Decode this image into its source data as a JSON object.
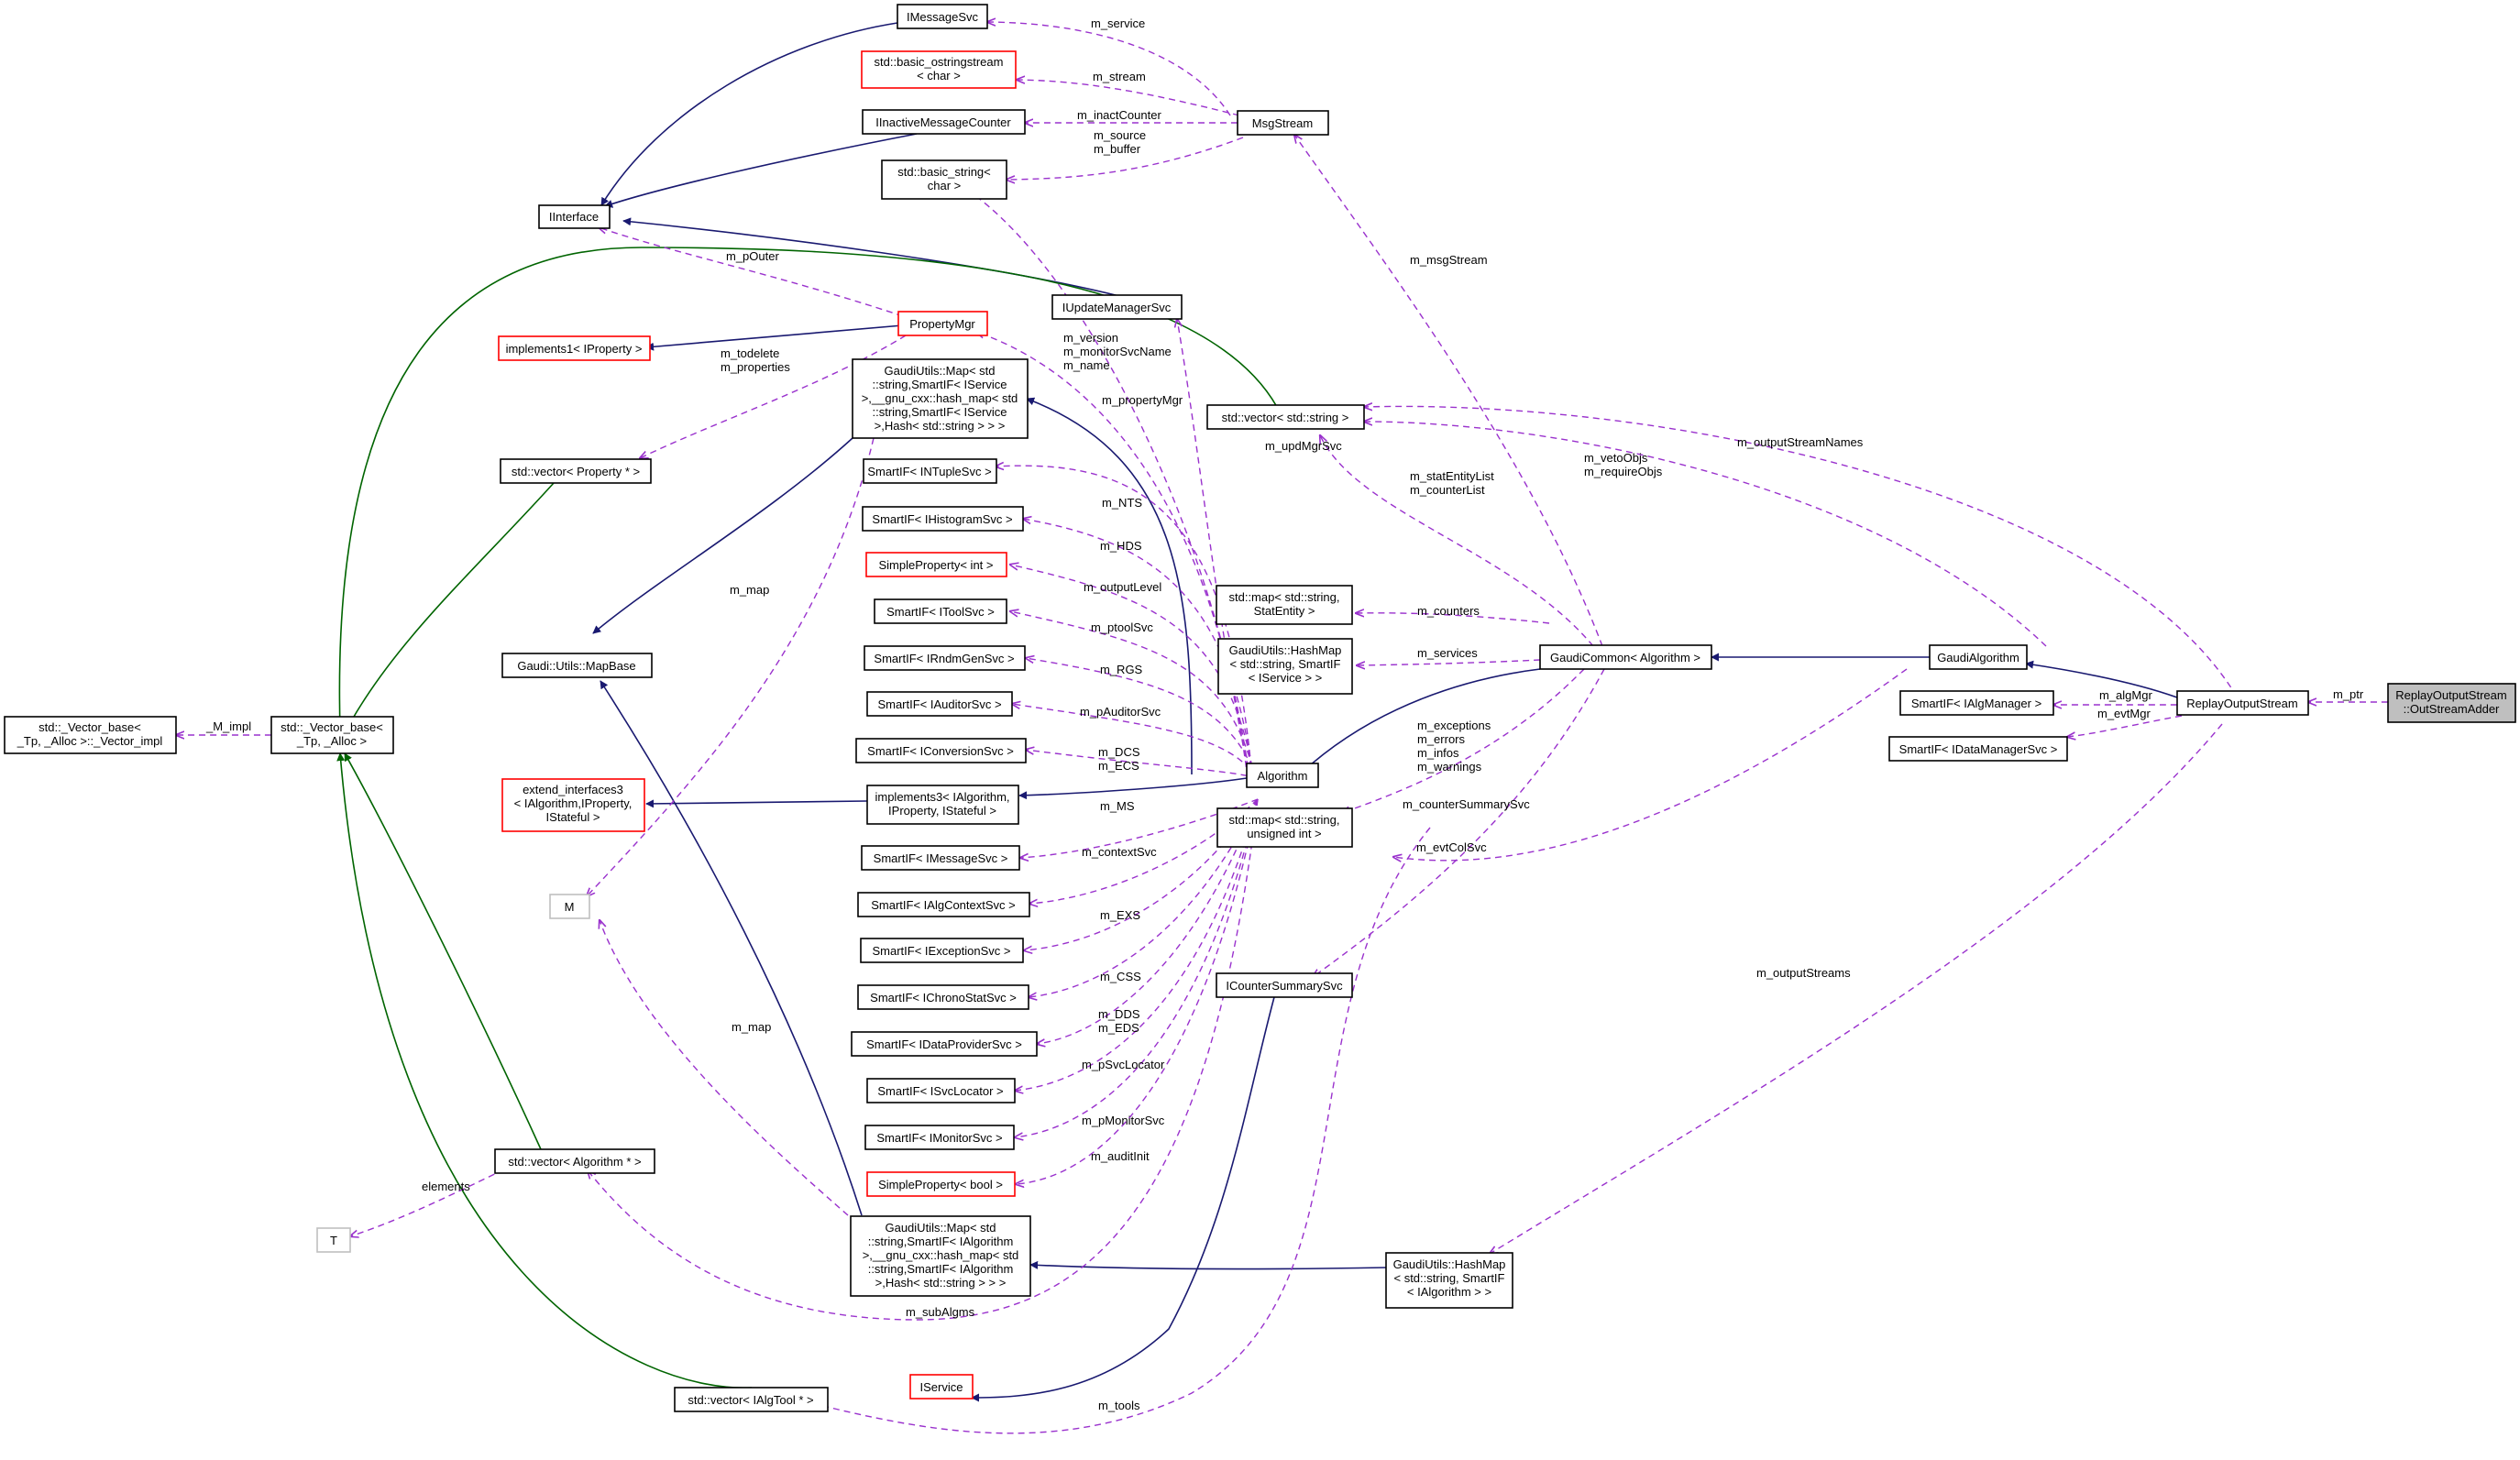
{
  "colors": {
    "inheritance": "#191970",
    "template": "#006400",
    "usage": "#9a32cd",
    "undocumented_border": "#ff0000",
    "external_border": "#bfbfbf",
    "focus_fill": "#bfbfbf"
  },
  "nodes": {
    "IMessageSvc": [
      "IMessageSvc"
    ],
    "basic_ostringstream": [
      "std::basic_ostringstream",
      "< char >"
    ],
    "IInactiveMessageCounter": [
      "IInactiveMessageCounter"
    ],
    "MsgStream": [
      "MsgStream"
    ],
    "basic_string": [
      "std::basic_string<",
      "char >"
    ],
    "IInterface": [
      "IInterface"
    ],
    "IUpdateManagerSvc": [
      "IUpdateManagerSvc"
    ],
    "PropertyMgr": [
      "PropertyMgr"
    ],
    "implements1": [
      "implements1< IProperty >"
    ],
    "MapServices": [
      "GaudiUtils::Map< std",
      "::string,SmartIF< IService",
      ">,__gnu_cxx::hash_map< std",
      "::string,SmartIF< IService",
      ">,Hash< std::string > > >"
    ],
    "vector_string": [
      "std::vector< std::string >"
    ],
    "vector_property": [
      "std::vector< Property * >"
    ],
    "SmartIF_INTupleSvc": [
      "SmartIF< INTupleSvc >"
    ],
    "SmartIF_IHistogramSvc": [
      "SmartIF< IHistogramSvc >"
    ],
    "SimpleProperty_int": [
      "SimpleProperty< int >"
    ],
    "SmartIF_IToolSvc": [
      "SmartIF< IToolSvc >"
    ],
    "SmartIF_IRndmGenSvc": [
      "SmartIF< IRndmGenSvc >"
    ],
    "SmartIF_IAuditorSvc": [
      "SmartIF< IAuditorSvc >"
    ],
    "SmartIF_IConversionSvc": [
      "SmartIF< IConversionSvc >"
    ],
    "implements3": [
      "implements3< IAlgorithm,",
      "IProperty, IStateful >"
    ],
    "SmartIF_IMessageSvc": [
      "SmartIF< IMessageSvc >"
    ],
    "SmartIF_IAlgContextSvc": [
      "SmartIF< IAlgContextSvc >"
    ],
    "SmartIF_IExceptionSvc": [
      "SmartIF< IExceptionSvc >"
    ],
    "SmartIF_IChronoStatSvc": [
      "SmartIF< IChronoStatSvc >"
    ],
    "SmartIF_IDataProviderSvc": [
      "SmartIF< IDataProviderSvc >"
    ],
    "SmartIF_ISvcLocator": [
      "SmartIF< ISvcLocator >"
    ],
    "SmartIF_IMonitorSvc": [
      "SmartIF< IMonitorSvc >"
    ],
    "SimpleProperty_bool": [
      "SimpleProperty< bool >"
    ],
    "MapAlgorithms": [
      "GaudiUtils::Map< std",
      "::string,SmartIF< IAlgorithm",
      ">,__gnu_cxx::hash_map< std",
      "::string,SmartIF< IAlgorithm",
      ">,Hash< std::string > > >"
    ],
    "MapBase": [
      "Gaudi::Utils::MapBase"
    ],
    "Vector_base_impl": [
      "std::_Vector_base<",
      "_Tp, _Alloc >::_Vector_impl"
    ],
    "Vector_base": [
      "std::_Vector_base<",
      "_Tp, _Alloc >"
    ],
    "extend_interfaces3": [
      "extend_interfaces3",
      "< IAlgorithm,IProperty,",
      "IStateful >"
    ],
    "M": [
      "M"
    ],
    "T": [
      "T"
    ],
    "vector_algorithm": [
      "std::vector< Algorithm * >"
    ],
    "vector_algtool": [
      "std::vector< IAlgTool * >"
    ],
    "IService": [
      "IService"
    ],
    "map_statentity": [
      "std::map< std::string,",
      "StatEntity >"
    ],
    "HashMap_IService": [
      "GaudiUtils::HashMap",
      "< std::string, SmartIF",
      "< IService > >"
    ],
    "Algorithm": [
      "Algorithm"
    ],
    "map_uint": [
      "std::map< std::string,",
      "unsigned int >"
    ],
    "ICounterSummarySvc": [
      "ICounterSummarySvc"
    ],
    "HashMap_IAlgorithm": [
      "GaudiUtils::HashMap",
      "< std::string, SmartIF",
      "< IAlgorithm > >"
    ],
    "GaudiCommon": [
      "GaudiCommon< Algorithm >"
    ],
    "GaudiAlgorithm": [
      "GaudiAlgorithm"
    ],
    "SmartIF_IAlgManager": [
      "SmartIF< IAlgManager >"
    ],
    "SmartIF_IDataManagerSvc": [
      "SmartIF< IDataManagerSvc >"
    ],
    "ReplayOutputStream": [
      "ReplayOutputStream"
    ],
    "OutStreamAdder": [
      "ReplayOutputStream",
      "::OutStreamAdder"
    ]
  },
  "edge_labels": {
    "m_service": [
      "m_service"
    ],
    "m_stream": [
      "m_stream"
    ],
    "m_inactCounter": [
      "m_inactCounter"
    ],
    "m_source_buffer": [
      "m_source",
      "m_buffer"
    ],
    "m_pOuter": [
      "m_pOuter"
    ],
    "m_todelete_properties": [
      "m_todelete",
      "m_properties"
    ],
    "m_version_group": [
      "m_version",
      "m_monitorSvcName",
      "m_name"
    ],
    "m_propertyMgr": [
      "m_propertyMgr"
    ],
    "m_updMgrSvc": [
      "m_updMgrSvc"
    ],
    "m_NTS": [
      "m_NTS"
    ],
    "m_HDS": [
      "m_HDS"
    ],
    "m_outputLevel": [
      "m_outputLevel"
    ],
    "m_ptoolSvc": [
      "m_ptoolSvc"
    ],
    "m_RGS": [
      "m_RGS"
    ],
    "m_pAuditorSvc": [
      "m_pAuditorSvc"
    ],
    "m_DCS_ECS": [
      "m_DCS",
      "m_ECS"
    ],
    "m_MS": [
      "m_MS"
    ],
    "m_contextSvc": [
      "m_contextSvc"
    ],
    "m_EXS": [
      "m_EXS"
    ],
    "m_CSS": [
      "m_CSS"
    ],
    "m_DDS_EDS": [
      "m_DDS",
      "m_EDS"
    ],
    "m_pSvcLocator": [
      "m_pSvcLocator"
    ],
    "m_pMonitorSvc": [
      "m_pMonitorSvc"
    ],
    "m_auditInit": [
      "m_auditInit"
    ],
    "m_subAlgms": [
      "m_subAlgms"
    ],
    "m_tools": [
      "m_tools"
    ],
    "m_map_1": [
      "m_map"
    ],
    "m_map_2": [
      "m_map"
    ],
    "M_impl": [
      "_M_impl"
    ],
    "elements": [
      "elements"
    ],
    "m_msgStream": [
      "m_msgStream"
    ],
    "m_statEntityList": [
      "m_statEntityList",
      "m_counterList"
    ],
    "m_vetoObjs": [
      "m_vetoObjs",
      "m_requireObjs"
    ],
    "m_outputStreamNames": [
      "m_outputStreamNames"
    ],
    "m_counters": [
      "m_counters"
    ],
    "m_services": [
      "m_services"
    ],
    "m_exceptions_group": [
      "m_exceptions",
      "m_errors",
      "m_infos",
      "m_warnings"
    ],
    "m_counterSummarySvc": [
      "m_counterSummarySvc"
    ],
    "m_evtColSvc": [
      "m_evtColSvc"
    ],
    "m_outputStreams": [
      "m_outputStreams"
    ],
    "m_algMgr": [
      "m_algMgr"
    ],
    "m_evtMgr": [
      "m_evtMgr"
    ],
    "m_ptr": [
      "m_ptr"
    ]
  }
}
